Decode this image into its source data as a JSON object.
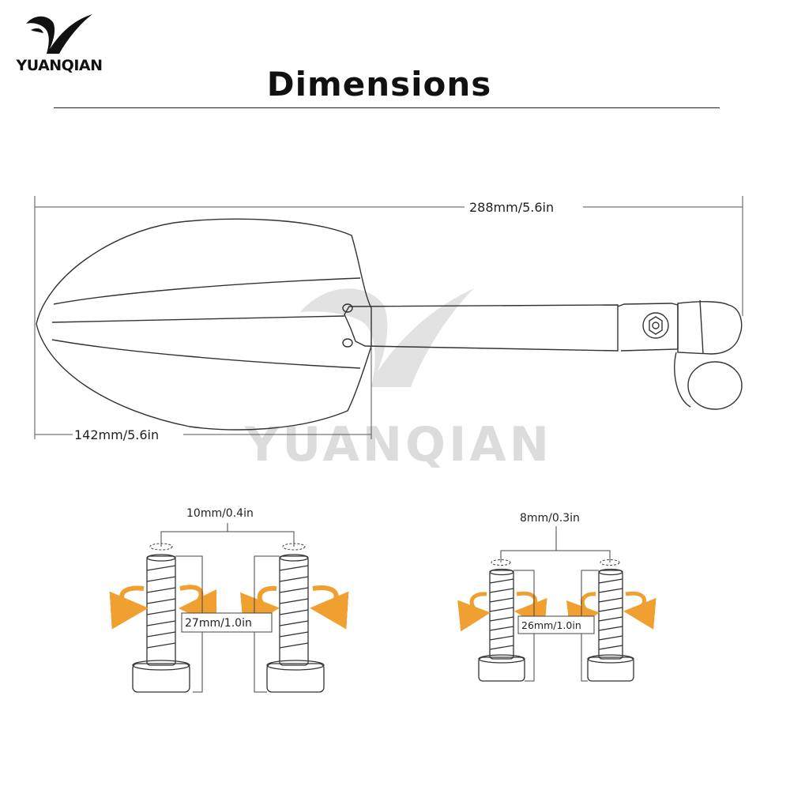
{
  "brand": {
    "name": "YUANQIAN",
    "logo_icon": "yuanqian-y-logo-icon"
  },
  "title": "Dimensions",
  "watermark": {
    "text": "YUANQIAN"
  },
  "dimensions": {
    "total_length": "288mm/5.6in",
    "head_length": "142mm/5.6in",
    "left_bolt_spacing": "10mm/0.4in",
    "left_bolt_length": "27mm/1.0in",
    "right_bolt_spacing": "8mm/0.3in",
    "right_bolt_length": "26mm/1.0in"
  },
  "colors": {
    "rotation_arrow": "#f0a030",
    "outline": "#333333",
    "watermark": "#dcdcdc"
  }
}
